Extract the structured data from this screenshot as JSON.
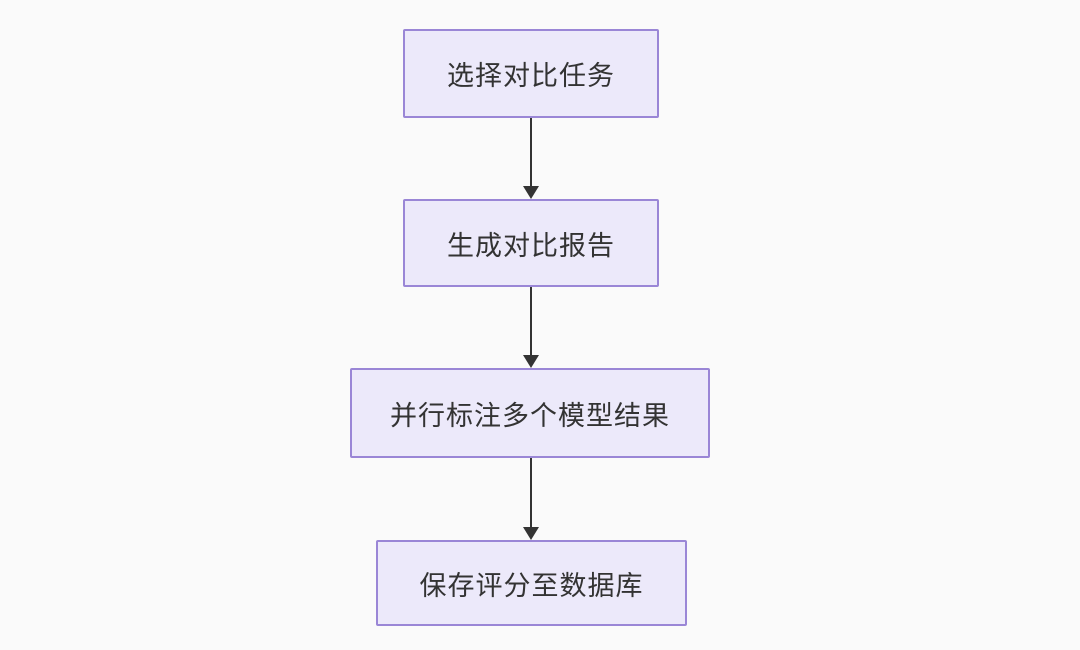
{
  "canvas": {
    "background_color": "#fafafa"
  },
  "flowchart": {
    "type": "flowchart",
    "direction": "top-down",
    "node_fill_color": "#ece9fa",
    "node_border_color": "#9a86d6",
    "arrow_color": "#333333",
    "text_color": "#333333",
    "nodes": [
      {
        "id": "step-1",
        "label": "选择对比任务"
      },
      {
        "id": "step-2",
        "label": "生成对比报告"
      },
      {
        "id": "step-3",
        "label": "并行标注多个模型结果"
      },
      {
        "id": "step-4",
        "label": "保存评分至数据库"
      }
    ],
    "edges": [
      {
        "from": "step-1",
        "to": "step-2"
      },
      {
        "from": "step-2",
        "to": "step-3"
      },
      {
        "from": "step-3",
        "to": "step-4"
      }
    ]
  }
}
